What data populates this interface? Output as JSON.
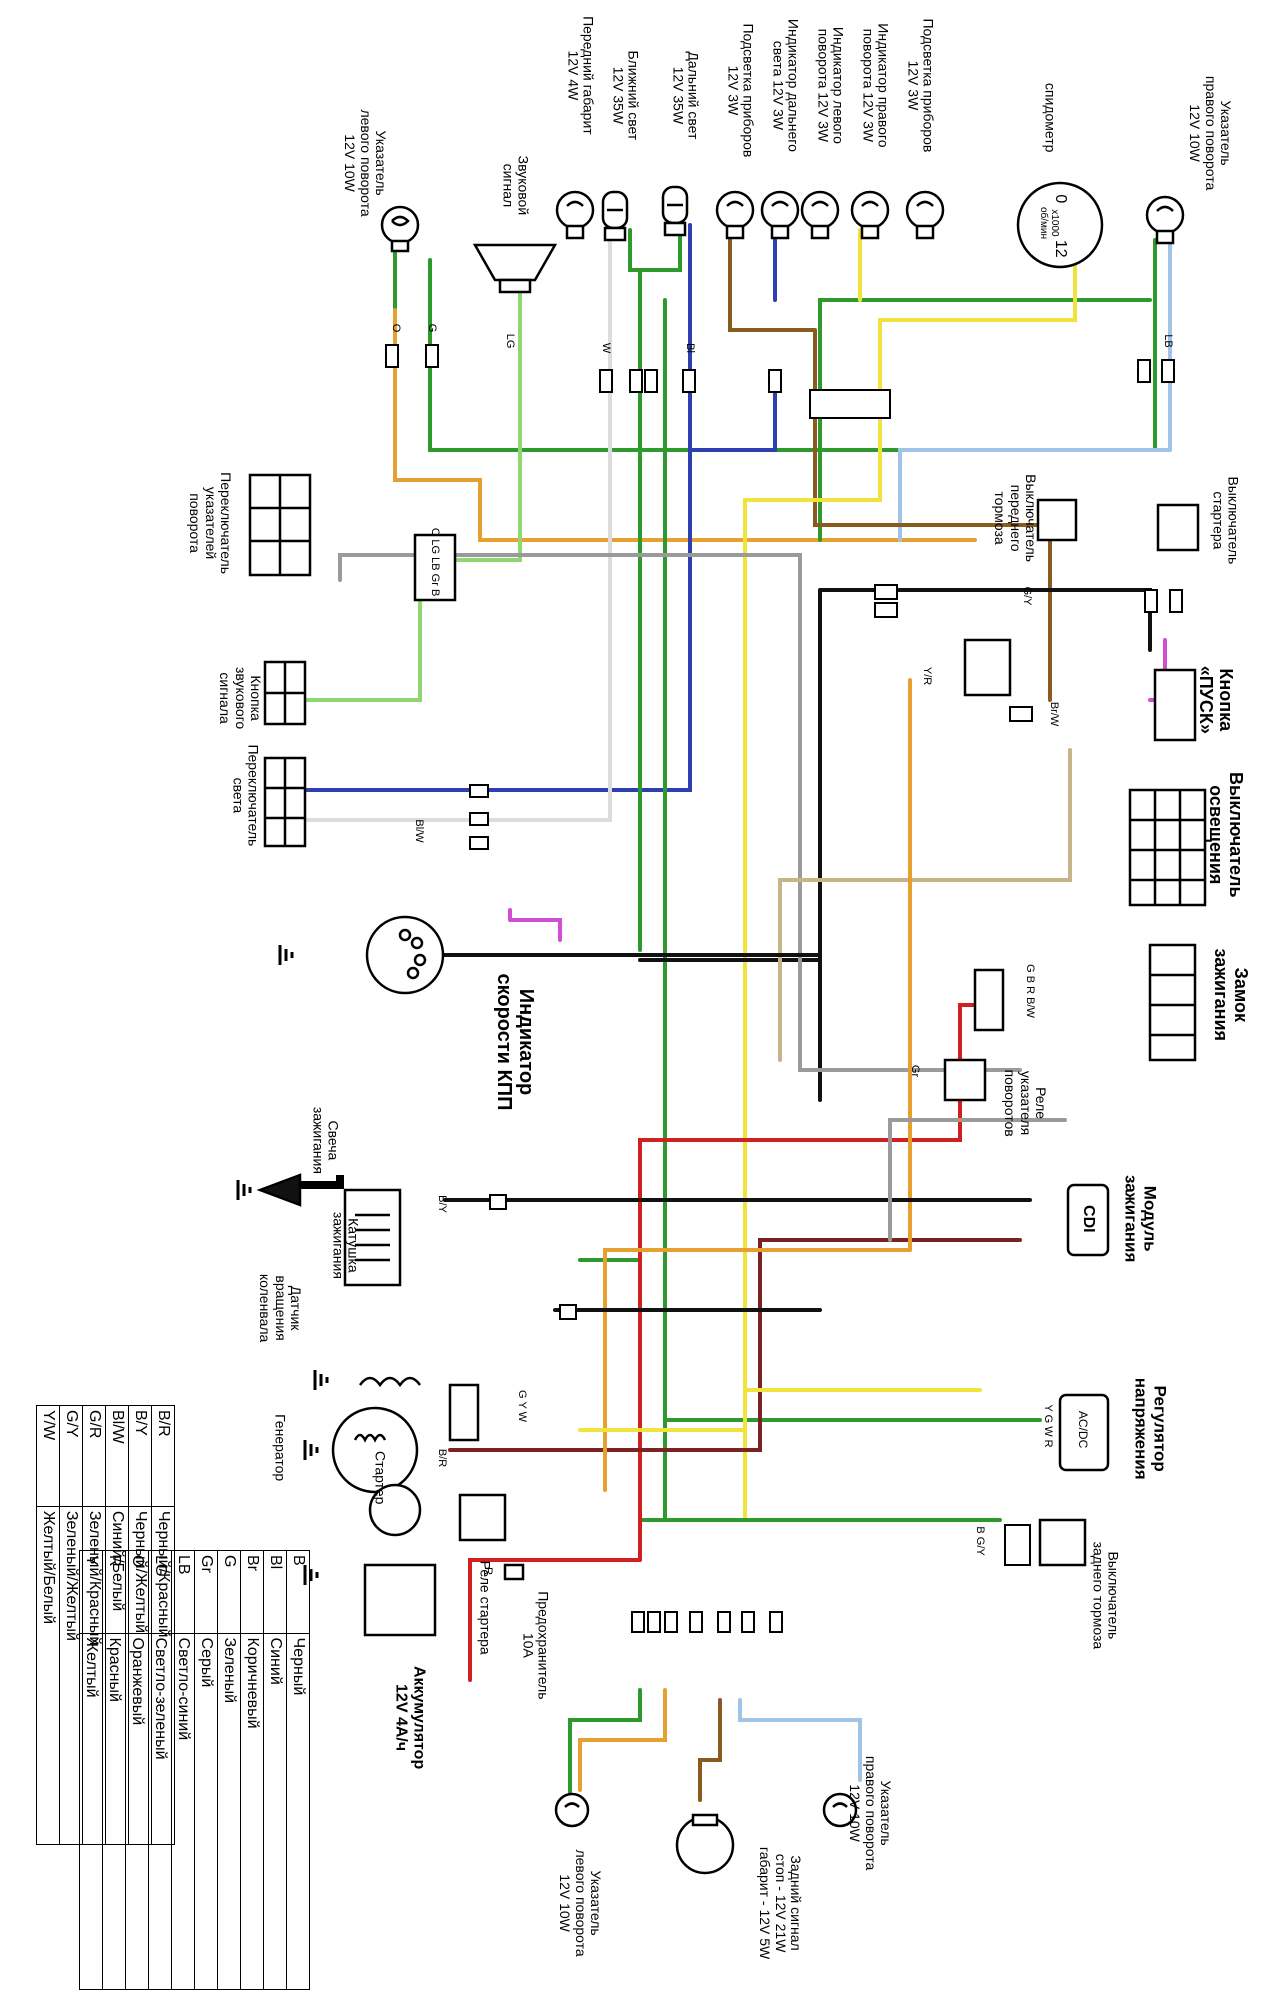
{
  "colors": {
    "green": "#2e9a2e",
    "lightgreen": "#8fd86f",
    "blue": "#2f3fb0",
    "lightblue": "#9fc4e6",
    "brown": "#8a5a1e",
    "orange": "#e6a030",
    "yellow": "#f2e23c",
    "red": "#d02020",
    "black": "#111111",
    "gray": "#9a9a9a",
    "white": "#dcdcdc",
    "pink": "#d04fd0",
    "tan": "#c8b48a",
    "darkred": "#7a2222"
  },
  "top_labels": {
    "left_turn_front": "Указатель\nлевого поворота\n12V 10W",
    "horn": "Звуковой\nсигнал",
    "front_position": "Передний габарит\n12V 4W",
    "low_beam": "Ближний свет\n12V 35W",
    "high_beam": "Дальний свет\n12V 35W",
    "panel_light_1": "Подсветка приборов\n12V 3W",
    "high_beam_ind": "Индикатор дальнего\nсвета 12V 3W",
    "left_turn_ind": "Индикатор левого\nповорота 12V 3W",
    "right_turn_ind": "Индикатор правого\nповорота 12V 3W",
    "panel_light_2": "Подсветка приборов\n12V 3W",
    "speedometer": "спидометр",
    "right_turn_front": "Указатель\nправого поворота\n12V 10W",
    "tacho_0": "0",
    "tacho_12": "12",
    "tacho_unit": "x1000\nоб/мин"
  },
  "left_labels": {
    "turn_switch": "Переключатель\nуказателей\nповорота",
    "horn_button": "Кнопка\nзвукового\nсигнала",
    "light_switch": "Переключатель\nсвета",
    "gear_indicator": "Индикатор\nскорости КПП",
    "spark_plug": "Свеча\nзажигания",
    "ignition_coil": "Катушка\nзажигания",
    "crank_sensor": "Датчик\nвращения\nколенвала",
    "generator": "Генератор",
    "starter": "Стартер",
    "starter_relay": "Реле стартера",
    "fuse": "Предохранитель\n10A",
    "battery": "Аккумулятор\n12V 4A/ч"
  },
  "right_labels": {
    "starter_switch": "Выключатель\nстартера",
    "front_brake_switch": "Выключатель\nпереднего\nтормоза",
    "start_button": "Кнопка\n«ПУСК»",
    "lighting_switch": "Выключатель\nосвещения",
    "ignition_lock": "Замок\nзажигания",
    "turn_relay": "Реле\nуказателя\nповоротов",
    "cdi_module": "Модуль\nзажигания",
    "cdi": "CDI",
    "regulator": "Регулятор\nнапряжения",
    "acdc": "AC/DC",
    "rear_brake_switch": "Выключатель\nзаднего тормоза"
  },
  "bottom_labels": {
    "left_turn_rear": "Указатель\nлевого поворота\n12V 10W",
    "tail_light": "Задний сигнал\nстоп - 12V 21W\nгабарит - 12V 5W",
    "right_turn_rear": "Указатель\nправого поворота\n12V 10W"
  },
  "wire_codes": {
    "o": "O",
    "g": "G",
    "lg": "LG",
    "w": "W",
    "bl": "Bl",
    "br": "Br",
    "lb": "LB",
    "y": "Y",
    "b": "B",
    "gy": "G/Y",
    "bw": "Bl/W",
    "by": "B/Y",
    "yr": "Y/R",
    "gr": "Gr",
    "bbr": "B/R",
    "r": "R",
    "brw": "Br/W",
    "gbrbw": "G B R B/W",
    "gyw": "G Y W",
    "ygwr": "Y G W R",
    "bgy": "B G/Y",
    "olg": "O LG LB Gr B"
  },
  "legend_pairs": [
    {
      "code": "B/R",
      "name": "Черный/Красный"
    },
    {
      "code": "B/Y",
      "name": "Черный/Желтый"
    },
    {
      "code": "Bl/W",
      "name": "Синий/Белый"
    },
    {
      "code": "G/R",
      "name": "Зеленый/Красный"
    },
    {
      "code": "G/Y",
      "name": "Зеленый/Желтый"
    },
    {
      "code": "Y/W",
      "name": "Желтый/Белый"
    }
  ],
  "legend_single": [
    {
      "code": "B",
      "name": "Черный"
    },
    {
      "code": "Bl",
      "name": "Синий"
    },
    {
      "code": "Br",
      "name": "Коричневый"
    },
    {
      "code": "G",
      "name": "Зеленый"
    },
    {
      "code": "Gr",
      "name": "Серый"
    },
    {
      "code": "LB",
      "name": "Светло-синий"
    },
    {
      "code": "LG",
      "name": "Светло-зеленый"
    },
    {
      "code": "O",
      "name": "Оранжевый"
    },
    {
      "code": "R",
      "name": "Красный"
    },
    {
      "code": "Y",
      "name": "Желтый"
    }
  ]
}
